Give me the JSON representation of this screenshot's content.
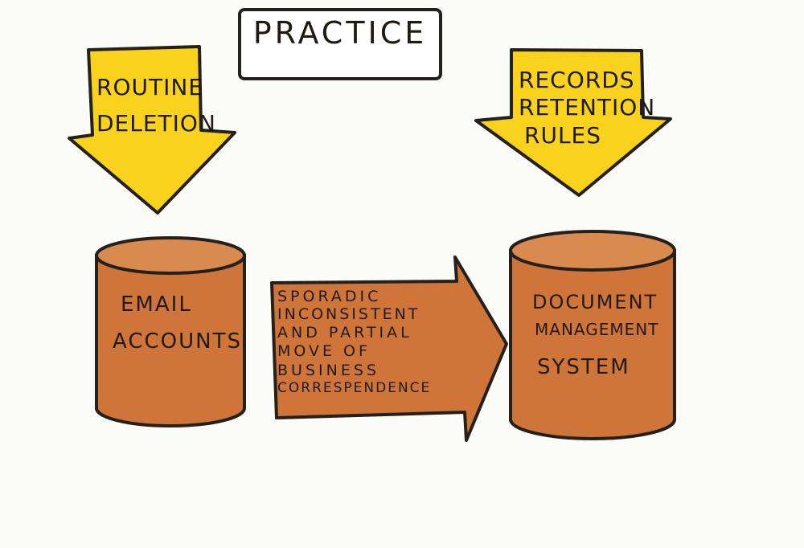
{
  "title": "PRACTICE",
  "left_arrow": {
    "lines": [
      "ROUTINE",
      "DELETION"
    ]
  },
  "right_arrow": {
    "lines": [
      "RECORDS",
      "RETENTION",
      "RULES"
    ]
  },
  "left_store": {
    "lines": [
      "EMAIL",
      "ACCOUNTS"
    ]
  },
  "right_store": {
    "lines": [
      "DOCUMENT",
      "MANAGEMENT",
      "SYSTEM"
    ]
  },
  "flow_arrow": {
    "lines": [
      "SPORADIC",
      "INCONSISTENT",
      "AND PARTIAL",
      "MOVE OF",
      "BUSINESS",
      "CORRESPENDENCE"
    ]
  },
  "colors": {
    "yellow": "#f8d21c",
    "orange": "#d0753a",
    "ink": "#24201b"
  }
}
